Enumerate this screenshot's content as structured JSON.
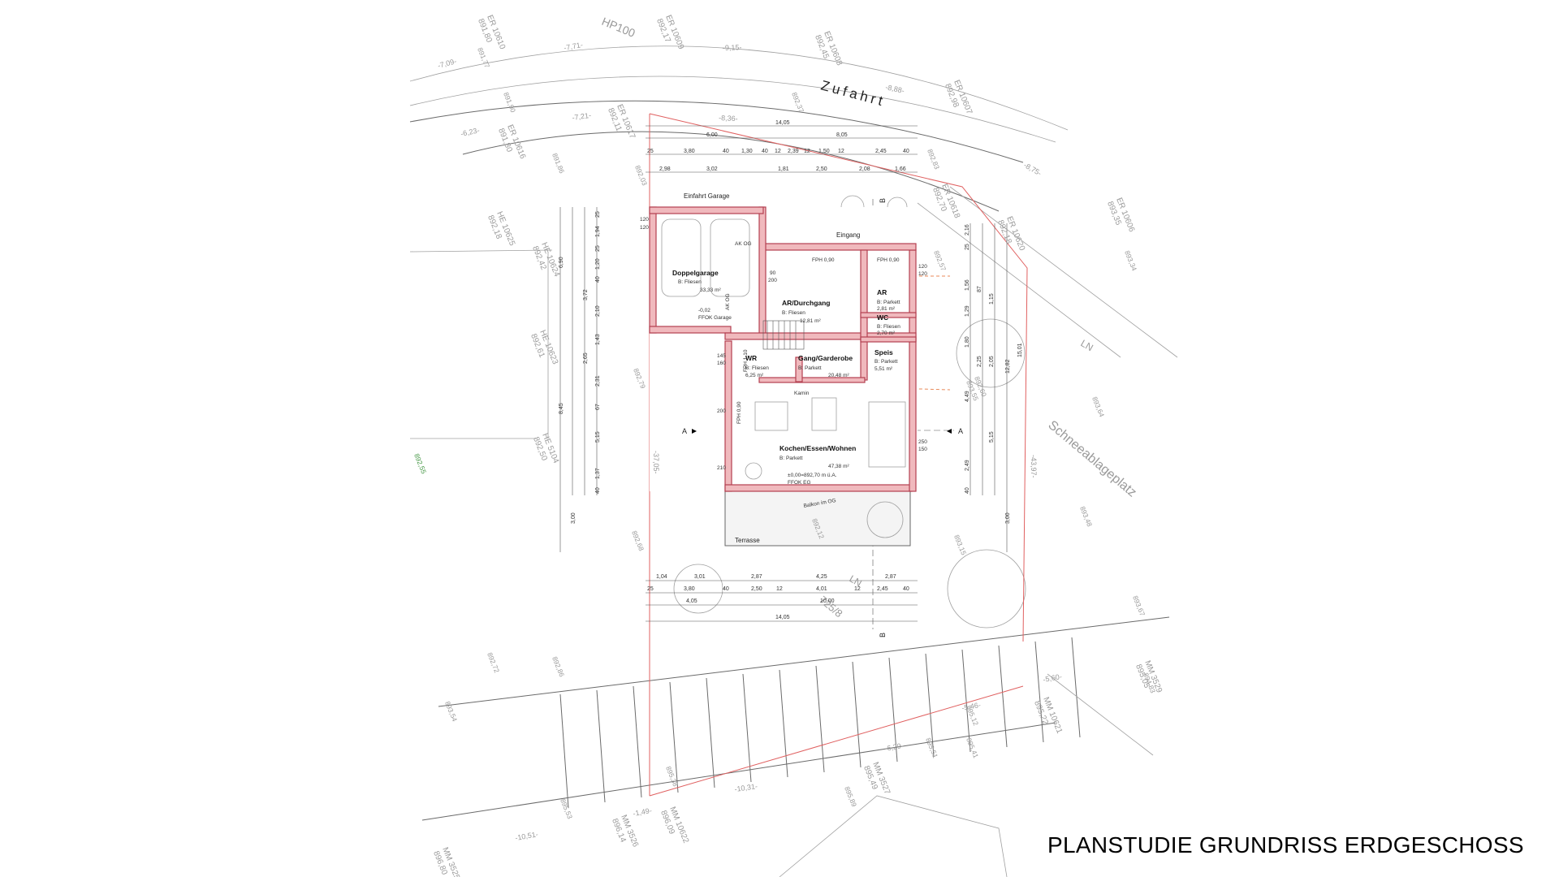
{
  "title": "PLANSTUDIE GRUNDRISS ERDGESCHOSS",
  "labels": {
    "zufahrt": "Zufahrt",
    "schnee": "Schneeablageplatz",
    "einfahrt": "Einfahrt Garage",
    "eingang": "Eingang",
    "terrasse": "Terrasse",
    "balkon": "Balkon im OG",
    "kamin": "Kamin",
    "hp": "HP100",
    "parcel": "725/8",
    "ln1": "LN",
    "ln2": "LN",
    "section_a": "A",
    "section_b": "B"
  },
  "rooms": [
    {
      "name": "Doppelgarage",
      "floor": "B: Fliesen",
      "area": "33,33 m²",
      "level": "-0,02",
      "level_label": "FFOK Garage"
    },
    {
      "name": "AR/Durchgang",
      "floor": "B: Fliesen",
      "area": "12,81 m²"
    },
    {
      "name": "AR",
      "floor": "B: Parkett",
      "area": "2,81 m²"
    },
    {
      "name": "WC",
      "floor": "B: Fliesen",
      "area": "2,70 m²"
    },
    {
      "name": "Speis",
      "floor": "B: Parkett",
      "area": "5,51 m²"
    },
    {
      "name": "WR",
      "floor": "B: Fliesen",
      "area": "6,25 m²"
    },
    {
      "name": "Gang/Garderobe",
      "floor": "B: Parkett",
      "area": "20,48 m²"
    },
    {
      "name": "Kochen/Essen/Wohnen",
      "floor": "B: Parkett",
      "area": "47,38 m²",
      "level": "±0,00=892,70 m ü.A.",
      "level_label": "FFOK EG"
    }
  ],
  "dims_top": {
    "total": "14,05",
    "row2": [
      "6,00",
      "8,05"
    ],
    "row3": [
      "25",
      "3,80",
      "40",
      "1,30",
      "40",
      "12",
      "2,39",
      "12",
      "1,50",
      "12",
      "2,45",
      "40"
    ],
    "row4": [
      "2,98",
      "3,02",
      "1,81",
      "2,50",
      "2,08",
      "1,66"
    ]
  },
  "dims_bottom": {
    "row1": [
      "1,04",
      "3,01",
      "2,87",
      "4,25",
      "2,87"
    ],
    "row2": [
      "25",
      "3,80",
      "40",
      "2,50",
      "12",
      "4,01",
      "12",
      "2,45",
      "40"
    ],
    "row3": [
      "4,05",
      "10,00"
    ],
    "total": "14,05"
  },
  "dims_left": [
    "25",
    "1,94",
    "25",
    "1,20",
    "40",
    "3,72",
    "2,10",
    "1,43",
    "2,65",
    "2,31",
    "67",
    "5,15",
    "1,37",
    "40",
    "3,00",
    "6,90",
    "8,45"
  ],
  "dims_right": [
    "2,16",
    "25",
    "1,56",
    "87",
    "1,15",
    "1,29",
    "1,80",
    "2,25",
    "2,05",
    "4,49",
    "5,15",
    "2,49",
    "40",
    "3,00",
    "12,82",
    "15,01"
  ],
  "openings": [
    "120",
    "120",
    "FPH 0,90",
    "90",
    "200",
    "FPH 0,90",
    "FPH 1,10",
    "145",
    "160",
    "120",
    "120",
    "250",
    "150",
    "200",
    "210",
    "FPH 0,90",
    "AK OG",
    "AK OG"
  ],
  "survey_points": [
    {
      "id": "ER 10610",
      "h": "891,80"
    },
    {
      "id": "ER 10609",
      "h": "892,17"
    },
    {
      "id": "ER 10608",
      "h": "892,45"
    },
    {
      "id": "ER 10607",
      "h": "892,98"
    },
    {
      "id": "ER 10617",
      "h": "892,11"
    },
    {
      "id": "ER 10616",
      "h": "891,80"
    },
    {
      "id": "ER 10618",
      "h": "892,70"
    },
    {
      "id": "ER 10606",
      "h": "893,35"
    },
    {
      "id": "HE 10625",
      "h": "892,18"
    },
    {
      "id": "HE 10624",
      "h": "892,42"
    },
    {
      "id": "HE 10623",
      "h": "892,61"
    },
    {
      "id": "HE 5104",
      "h": "892,50"
    },
    {
      "id": "ER 10620",
      "h": "892,18"
    },
    {
      "id": "MM 3529",
      "h": "895,05"
    },
    {
      "id": "MM 10621",
      "h": "895,22"
    },
    {
      "id": "MM 3527",
      "h": "895,49"
    },
    {
      "id": "MM 10622",
      "h": "896,09"
    },
    {
      "id": "MM 3526",
      "h": "896,14"
    },
    {
      "id": "MM 3525",
      "h": "896,80"
    }
  ],
  "spot_heights": [
    "891,77",
    "891,90",
    "891,86",
    "892,03",
    "892,37",
    "892,83",
    "892,57",
    "893,34",
    "893,64",
    "893,48",
    "893,67",
    "893,15",
    "892,68",
    "892,79",
    "892,72",
    "892,86",
    "893,54",
    "894,83",
    "895,12",
    "895,41",
    "895,51",
    "895,38",
    "895,53",
    "895,89",
    "892,55",
    "892,60",
    "893,55",
    "892,12"
  ],
  "lengths": [
    "-7,09-",
    "-7,71-",
    "-9,15-",
    "-8,88-",
    "-8,75-",
    "-7,21-",
    "-8,36-",
    "-6,23-",
    "-37,05-",
    "-43,97-",
    "-10,31-",
    "-1,49-",
    "-10,51-",
    "-6,29-",
    "-5,46-",
    "-5,60-"
  ],
  "colors": {
    "wall_fill": "#f0b9bd",
    "wall_stroke": "#b34050",
    "boundary": "#e06060",
    "survey": "#9a9a9a",
    "green_point": "#4a9a4a"
  }
}
